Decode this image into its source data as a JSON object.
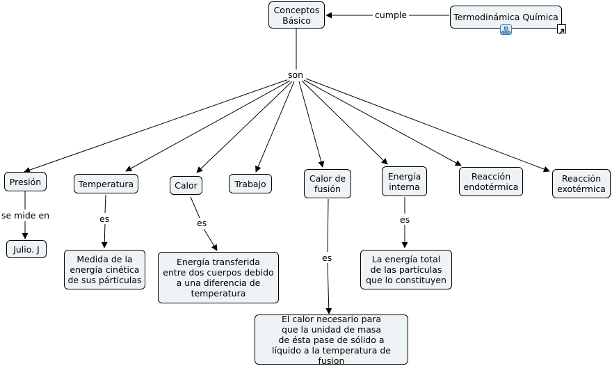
{
  "nodes": {
    "conceptos": "Conceptos\nBásico",
    "termo": "Termodinámica Química",
    "presion": "Presión",
    "temperatura": "Temperatura",
    "calor": "Calor",
    "trabajo": "Trabajo",
    "calor_fusion": "Calor de\nfusión",
    "energia_interna": "Energía\ninterna",
    "endo": "Reacción\nendotérmica",
    "exo": "Reacción\nexotérmica",
    "julio": "Julio. J",
    "def_temp": "Medida de la\nenergía cinética\nde sus párticulas",
    "def_calor": "Energía transferida\nentre dos cuerpos debido\na una diferencia de\ntemperatura",
    "def_fusion": "El calor necesario para\nque la unidad de masa\nde ésta pase de sólido a\nlíquido a la temperatura de fusion",
    "def_energia": "La energía total\nde las partículas\nque lo constituyen"
  },
  "links": {
    "cumple": "cumple",
    "son": "son",
    "se_mide_en": "se mide en",
    "es_temp": "es",
    "es_calor": "es",
    "es_fusion": "es",
    "es_energia": "es"
  },
  "icons": {
    "submap": "concept-map-icon",
    "external": "external-link-icon"
  }
}
